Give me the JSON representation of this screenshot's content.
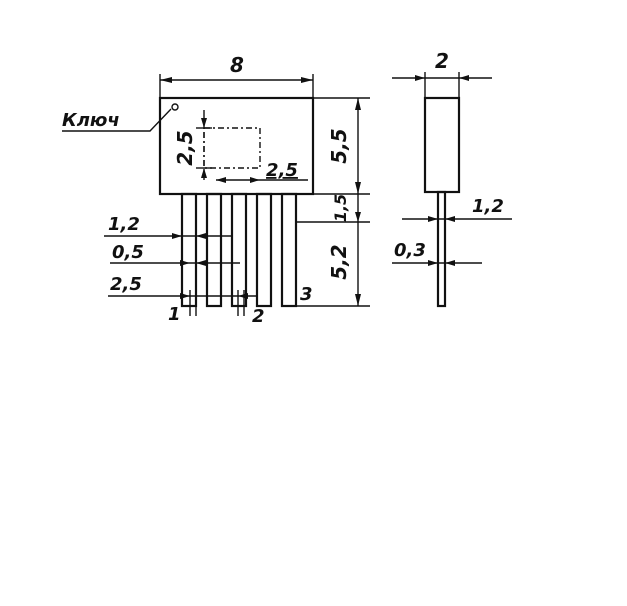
{
  "labels": {
    "key": "Ключ",
    "width_total": "8",
    "body_height": "5,5",
    "window_height": "2,5",
    "window_width": "2,5",
    "lead_body_gap": "1,5",
    "lead_length": "5,2",
    "lead_width_a": "1,2",
    "lead_width_b": "0,5",
    "pitch": "2,5",
    "pin1": "1",
    "pin2": "2",
    "pin3": "3",
    "side_thickness": "2",
    "side_lead_width": "1,2",
    "side_lead_thickness": "0,3"
  },
  "colors": {
    "ink": "#111111",
    "background": "#ffffff"
  }
}
